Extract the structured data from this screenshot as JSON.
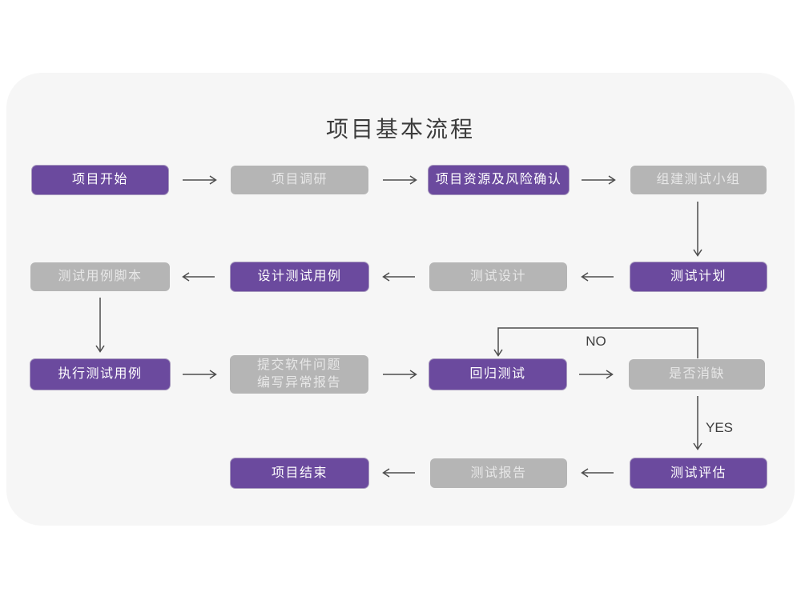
{
  "title": "项目基本流程",
  "colors": {
    "accent_purple": "#6b4a9e",
    "node_gray": "#b5b5b5",
    "card_background": "#f6f6f6",
    "arrow": "#4d4d4d",
    "text_on_purple": "#ffffff",
    "text_on_gray": "#e7e7e7"
  },
  "nodes": {
    "start": {
      "label": "项目开始",
      "variant": "purple"
    },
    "research": {
      "label": "项目调研",
      "variant": "gray"
    },
    "risk": {
      "label": "项目资源及风险确认",
      "variant": "purple"
    },
    "team": {
      "label": "组建测试小组",
      "variant": "gray"
    },
    "case_script": {
      "label": "测试用例脚本",
      "variant": "gray"
    },
    "design_case": {
      "label": "设计测试用例",
      "variant": "purple"
    },
    "test_design": {
      "label": "测试设计",
      "variant": "gray"
    },
    "plan": {
      "label": "测试计划",
      "variant": "purple"
    },
    "execute": {
      "label": "执行测试用例",
      "variant": "purple"
    },
    "submit": {
      "line1": "提交软件问题",
      "line2": "编写异常报告",
      "variant": "gray"
    },
    "regression": {
      "label": "回归测试",
      "variant": "purple"
    },
    "defect": {
      "label": "是否消缺",
      "variant": "gray"
    },
    "end": {
      "label": "项目结束",
      "variant": "purple"
    },
    "report": {
      "label": "测试报告",
      "variant": "gray"
    },
    "evaluate": {
      "label": "测试评估",
      "variant": "purple"
    }
  },
  "edge_labels": {
    "no": "NO",
    "yes": "YES"
  }
}
